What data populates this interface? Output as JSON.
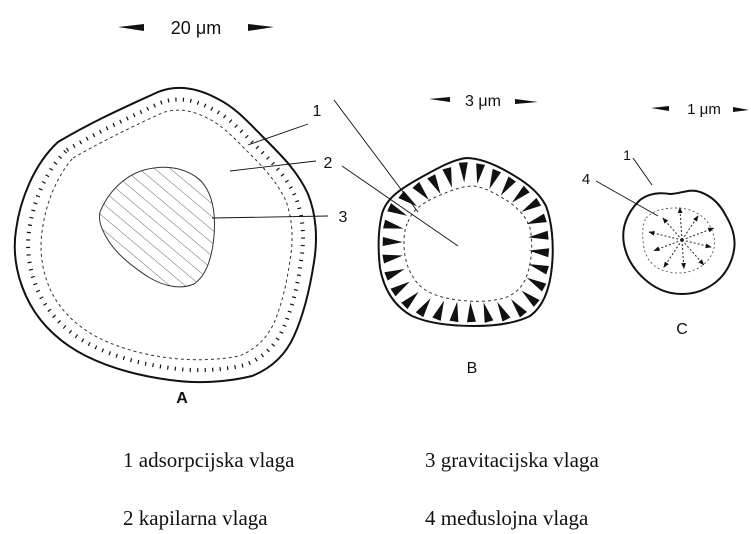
{
  "scale_bars": {
    "a": "20 μm",
    "b": "3 μm",
    "c": "1 μm"
  },
  "particle_labels": {
    "a": "A",
    "b": "B",
    "c": "C"
  },
  "callouts": {
    "n1": "1",
    "n2": "2",
    "n3": "3",
    "n4": "4",
    "c_n1": "1"
  },
  "legend": {
    "item1": "1 adsorpcijska vlaga",
    "item2": "2 kapilarna vlaga",
    "item3": "3 gravitacijska vlaga",
    "item4": "4 međuslojna vlaga"
  }
}
